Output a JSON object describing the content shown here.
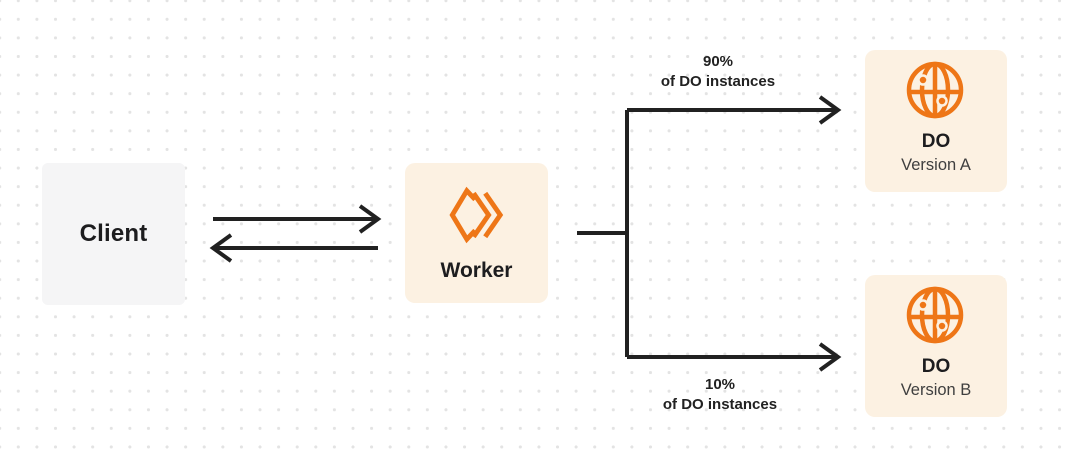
{
  "colors": {
    "orange": "#ee7617",
    "cream": "#fcf1e2",
    "client-bg": "#f5f5f6",
    "line": "#212121",
    "text": "#1d1d1f",
    "subtext": "#3f3f3f",
    "dot": "#e3e3e3",
    "bg": "#ffffff"
  },
  "nodes": {
    "client": {
      "label": "Client"
    },
    "worker": {
      "label": "Worker",
      "icon": "cloudflare-workers-icon"
    },
    "do_a": {
      "title": "DO",
      "subtitle": "Version A",
      "icon": "globe-icon"
    },
    "do_b": {
      "title": "DO",
      "subtitle": "Version B",
      "icon": "globe-icon"
    }
  },
  "edges": {
    "client_worker": {
      "type": "bidirectional-arrows"
    },
    "top_branch": {
      "line1": "90%",
      "line2": "of DO instances"
    },
    "bottom_branch": {
      "line1": "10%",
      "line2": "of DO instances"
    }
  }
}
